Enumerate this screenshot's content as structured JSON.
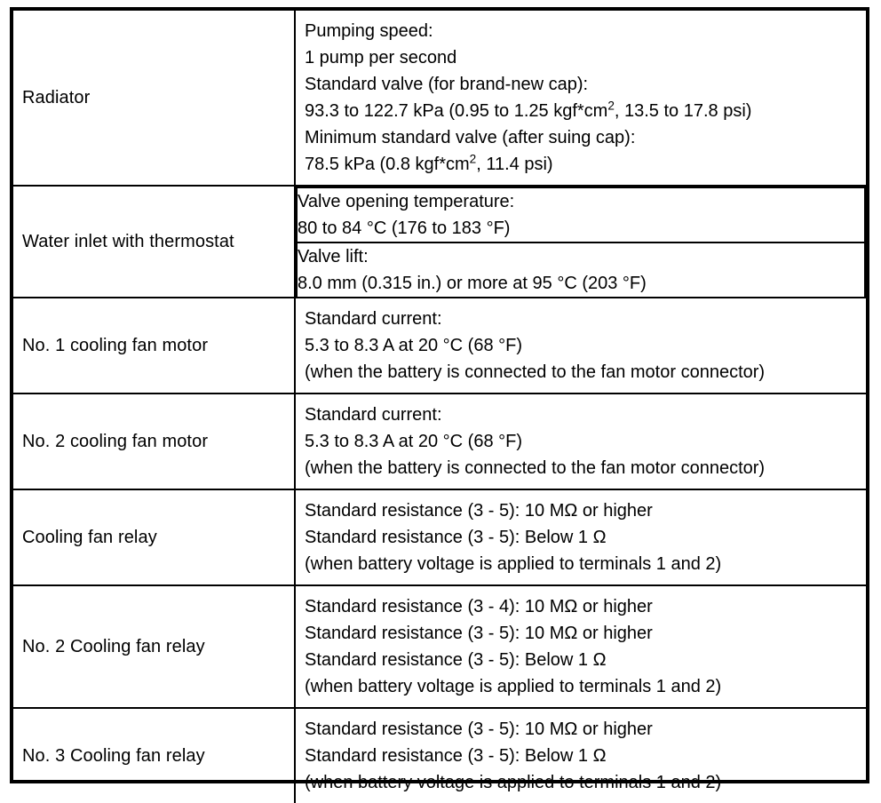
{
  "table": {
    "rows": [
      {
        "label": "Radiator",
        "sections": [
          {
            "lines": [
              {
                "text": "Pumping speed:"
              },
              {
                "text": "1 pump per second"
              },
              {
                "text": "Standard valve (for brand-new cap):"
              },
              {
                "pre": "93.3 to 122.7 kPa (0.95 to 1.25 kgf*cm",
                "sup": "2",
                "post": ", 13.5 to 17.8 psi)"
              },
              {
                "text": "Minimum standard valve (after suing cap):"
              },
              {
                "pre": "78.5 kPa (0.8 kgf*cm",
                "sup": "2",
                "post": ", 11.4 psi)"
              }
            ]
          }
        ]
      },
      {
        "label": "Water inlet with thermostat",
        "sections": [
          {
            "lines": [
              {
                "text": "Valve opening temperature:"
              },
              {
                "text": "80 to 84 °C (176 to 183 °F)"
              }
            ]
          },
          {
            "lines": [
              {
                "text": "Valve lift:"
              },
              {
                "text": "8.0 mm (0.315 in.) or more at 95 °C (203 °F)"
              }
            ]
          }
        ]
      },
      {
        "label": "No. 1 cooling fan motor",
        "sections": [
          {
            "lines": [
              {
                "text": "Standard current:"
              },
              {
                "text": "5.3 to 8.3 A at 20 °C (68 °F)"
              },
              {
                "text": "(when the battery is connected to the fan motor connector)"
              }
            ]
          }
        ]
      },
      {
        "label": "No. 2 cooling fan motor",
        "sections": [
          {
            "lines": [
              {
                "text": "Standard current:"
              },
              {
                "text": "5.3 to 8.3 A at 20 °C (68 °F)"
              },
              {
                "text": "(when the battery is connected to the fan motor connector)"
              }
            ]
          }
        ]
      },
      {
        "label": "Cooling fan relay",
        "sections": [
          {
            "lines": [
              {
                "text": "Standard resistance (3 - 5): 10 MΩ or higher"
              },
              {
                "text": "Standard resistance (3 - 5): Below 1 Ω"
              },
              {
                "text": "(when battery voltage is applied to terminals 1 and 2)"
              }
            ]
          }
        ]
      },
      {
        "label": "No. 2 Cooling fan relay",
        "sections": [
          {
            "lines": [
              {
                "text": "Standard resistance (3 - 4): 10 MΩ or higher"
              },
              {
                "text": "Standard resistance (3 - 5): 10 MΩ or higher"
              },
              {
                "text": "Standard resistance (3 - 5): Below 1 Ω"
              },
              {
                "text": "(when battery voltage is applied to terminals 1 and 2)"
              }
            ]
          }
        ]
      },
      {
        "label": "No. 3 Cooling fan relay",
        "sections": [
          {
            "lines": [
              {
                "text": "Standard resistance (3 - 5): 10 MΩ or higher"
              },
              {
                "text": "Standard resistance (3 - 5): Below 1 Ω"
              },
              {
                "text": "(when battery voltage is applied to terminals 1 and 2)"
              }
            ]
          }
        ]
      }
    ]
  },
  "style": {
    "border_color": "#000000",
    "text_color": "#000000",
    "background": "#ffffff"
  }
}
